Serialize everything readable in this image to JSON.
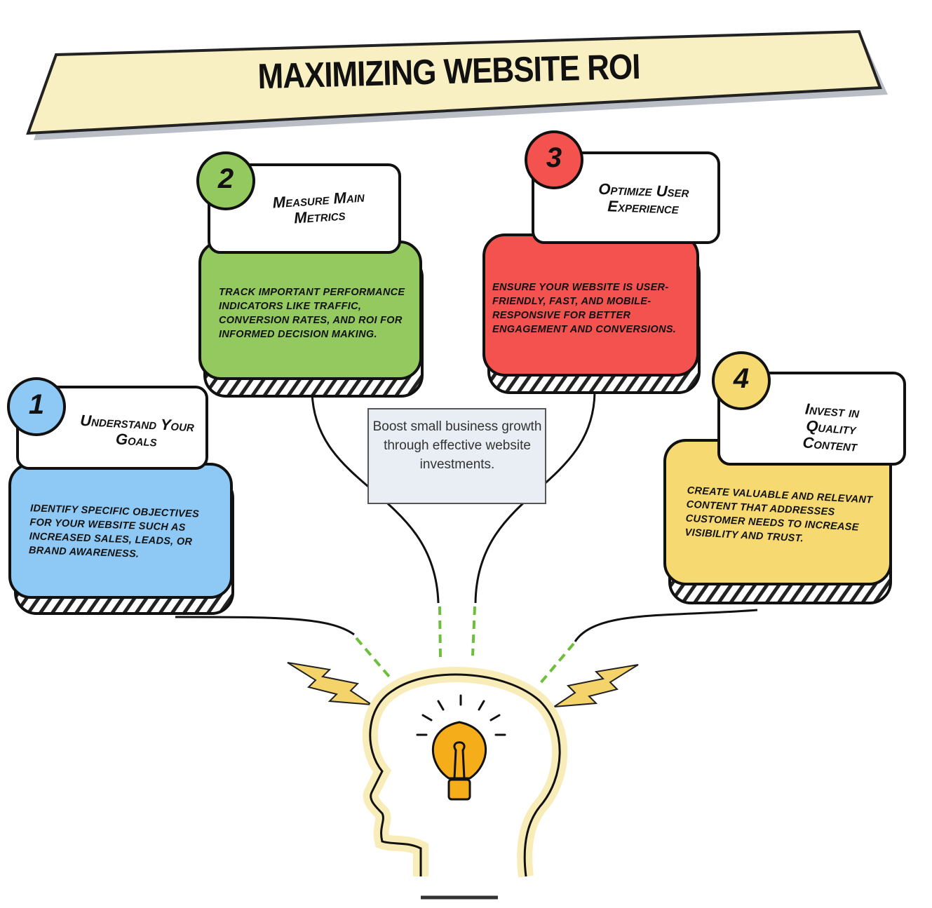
{
  "title": "MAXIMIZING WEBSITE ROI",
  "center_note": "Boost small business growth through effective website investments.",
  "steps": [
    {
      "number": "1",
      "title": "Understand Your Goals",
      "text": "Identify specific objectives for your website such as increased sales, leads, or brand awareness.",
      "color": "#8ec9f5"
    },
    {
      "number": "2",
      "title": "Measure Main Metrics",
      "text": "Track important performance indicators like traffic, conversion rates, and ROI for informed decision making.",
      "color": "#93c95f"
    },
    {
      "number": "3",
      "title": "Optimize User Experience",
      "text": "Ensure your website is user-friendly, fast, and mobile-responsive for better engagement and conversions.",
      "color": "#f4524f"
    },
    {
      "number": "4",
      "title": "Invest in Quality Content",
      "text": "Create valuable and relevant content that addresses customer needs to increase visibility and trust.",
      "color": "#f6d970"
    }
  ],
  "icons": [
    "head-icon",
    "lightbulb-icon",
    "lightning-icon"
  ]
}
